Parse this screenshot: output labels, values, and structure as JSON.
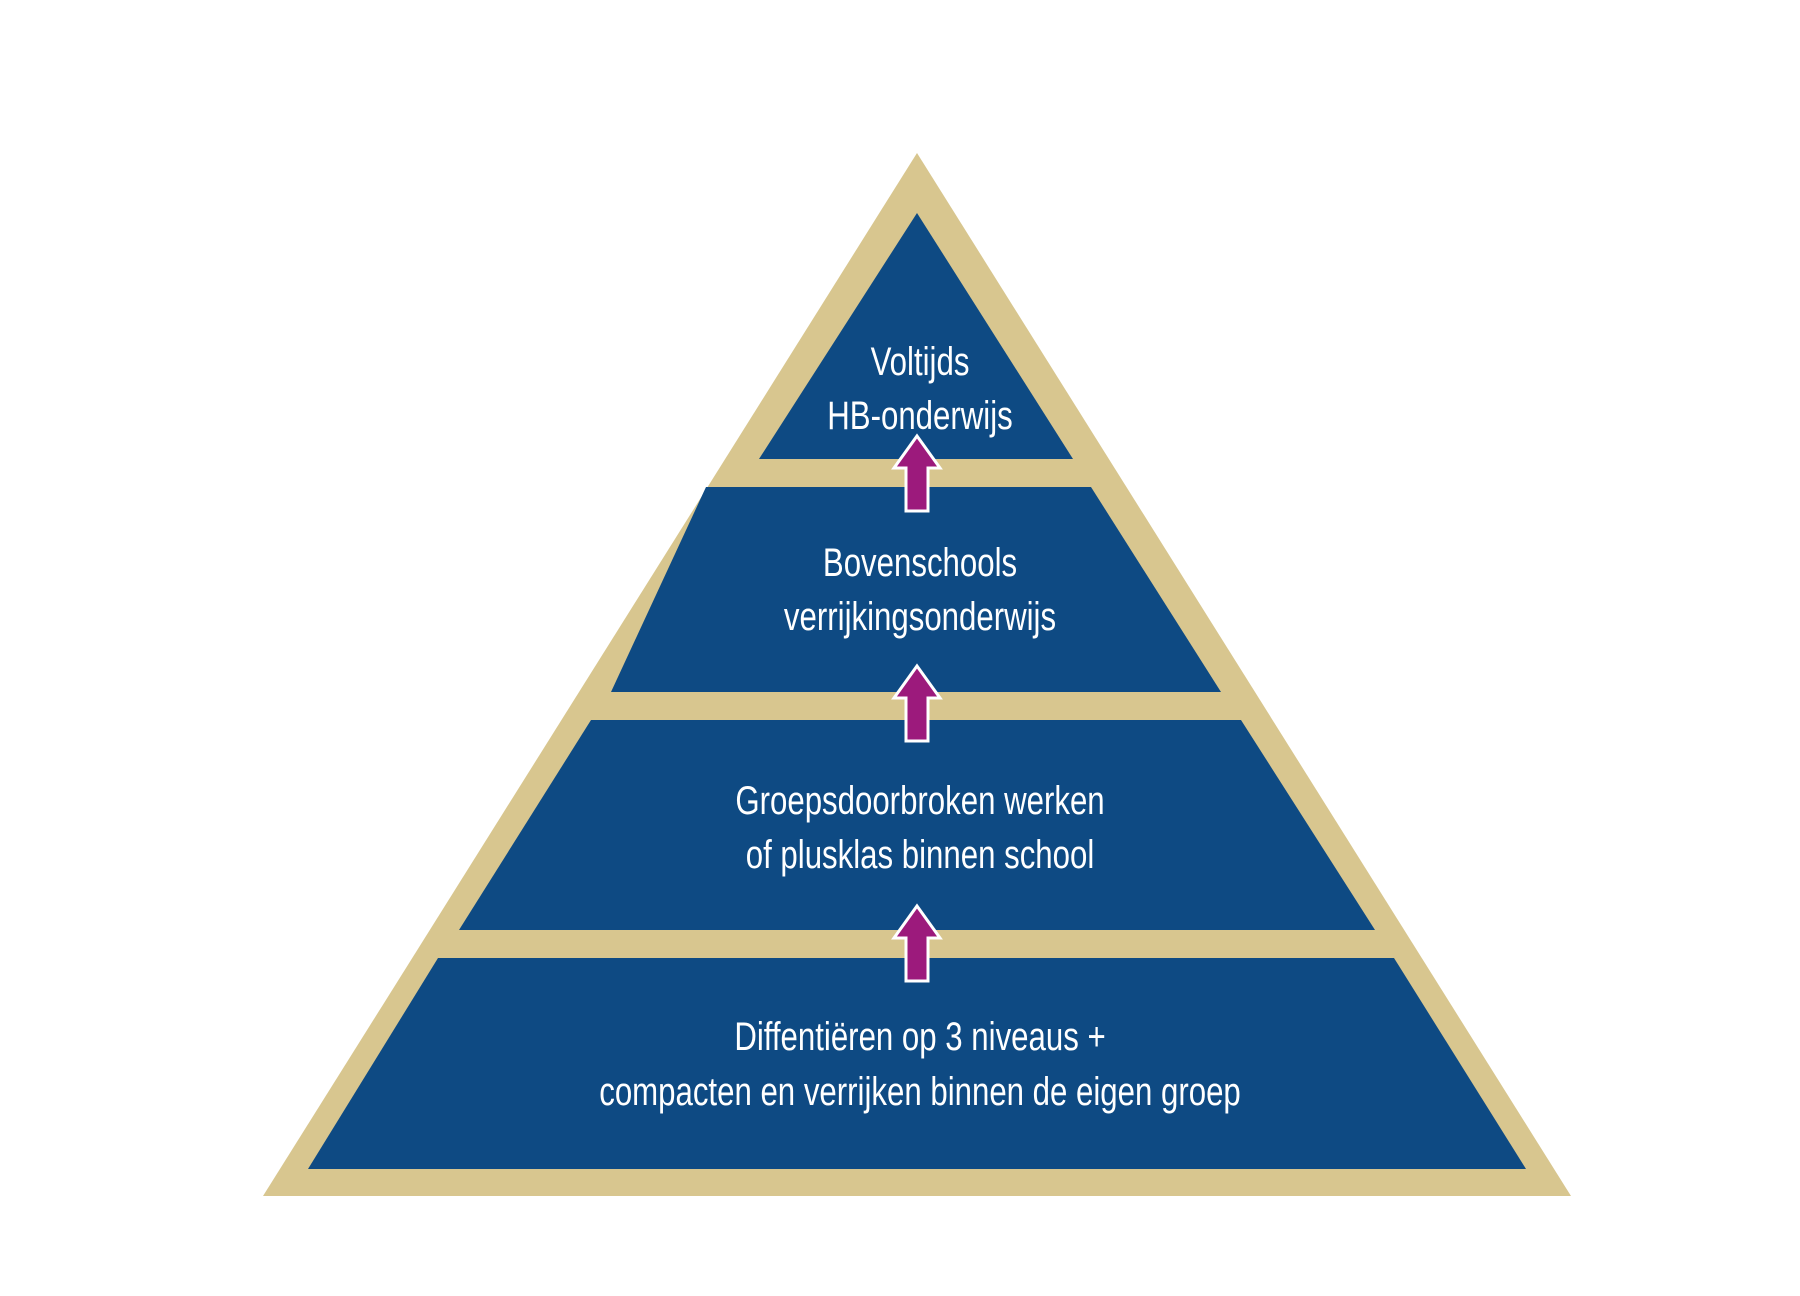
{
  "colors": {
    "frame": "#d8c68f",
    "tier": "#0e4a83",
    "arrow": "#9c1a7c",
    "text": "#ffffff"
  },
  "tiers": [
    {
      "lines": [
        "Voltijds",
        "HB-onderwijs"
      ]
    },
    {
      "lines": [
        "Bovenschools",
        "verrijkingsonderwijs"
      ]
    },
    {
      "lines": [
        "Groepsdoorbroken werken",
        "of plusklas binnen school"
      ]
    },
    {
      "lines": [
        "Diffentiëren op 3 niveaus +",
        "compacten en verrijken binnen de eigen groep"
      ]
    }
  ],
  "arrows": [
    {
      "icon": "arrow-up-icon"
    },
    {
      "icon": "arrow-up-icon"
    },
    {
      "icon": "arrow-up-icon"
    }
  ]
}
